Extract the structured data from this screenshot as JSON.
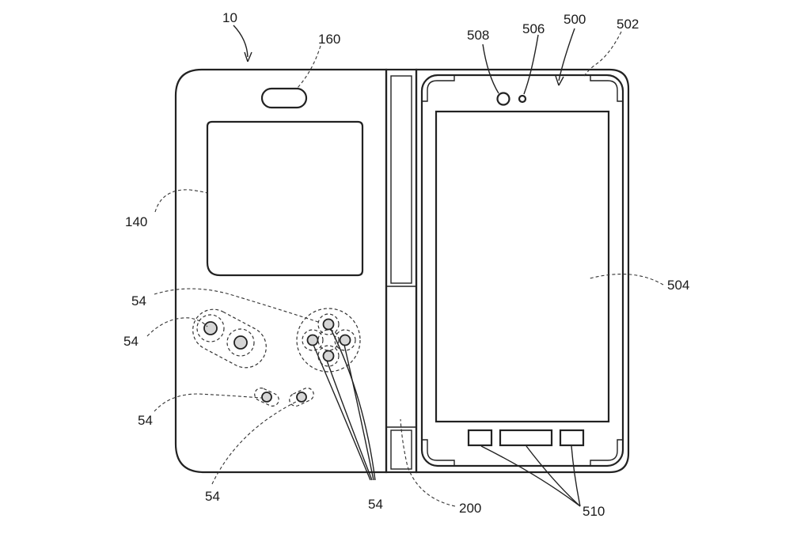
{
  "labels": {
    "device": "10",
    "speaker_slot": "160",
    "window": "140",
    "buttons_dpad": "54",
    "buttons_ab": "54",
    "button_select": "54",
    "button_start": "54",
    "buttons_bottom": "54",
    "hinge": "200",
    "phone": "500",
    "phone_corner": "502",
    "sensor": "506",
    "camera": "508",
    "screen": "504",
    "nav_keys": "510"
  }
}
